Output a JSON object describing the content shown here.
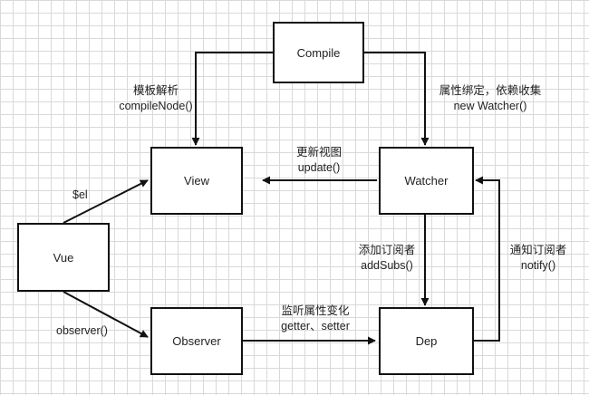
{
  "nodes": {
    "compile": "Compile",
    "view": "View",
    "watcher": "Watcher",
    "vue": "Vue",
    "observer": "Observer",
    "dep": "Dep"
  },
  "edge_labels": {
    "compile_to_view": [
      "模板解析",
      "compileNode()"
    ],
    "compile_to_watcher": [
      "属性绑定，依赖收集",
      "new Watcher()"
    ],
    "watcher_to_view": [
      "更新视图",
      "update()"
    ],
    "vue_to_view": "$el",
    "vue_to_observer": "observer()",
    "watcher_to_dep": [
      "添加订阅者",
      "addSubs()"
    ],
    "dep_to_watcher": [
      "通知订阅者",
      "notify()"
    ],
    "observer_to_dep": [
      "监听属性变化",
      "getter、setter"
    ]
  }
}
